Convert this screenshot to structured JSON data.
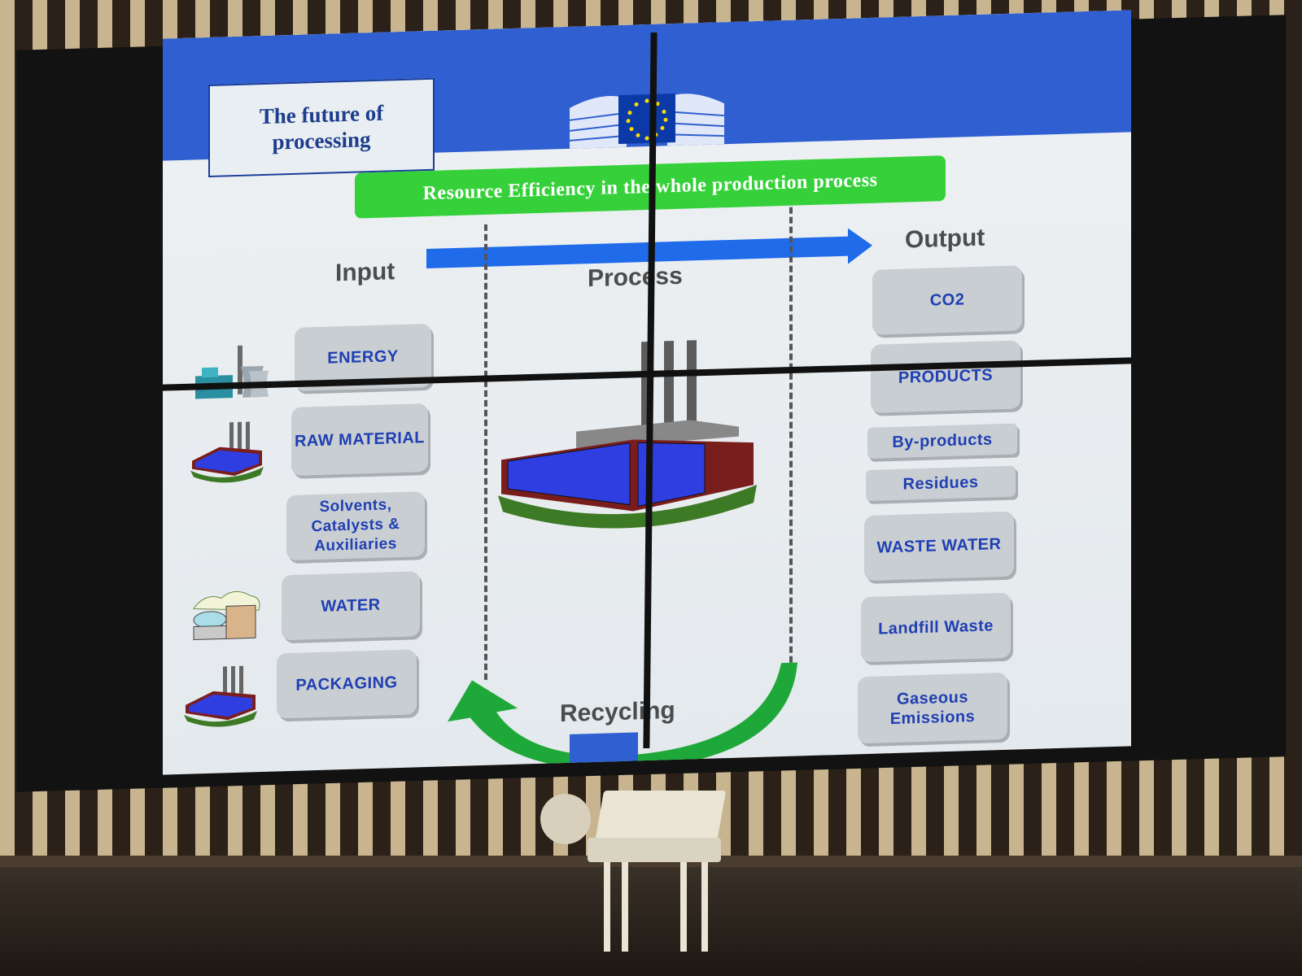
{
  "slide": {
    "title": "The future of processing",
    "banner": "Resource Efficiency in the whole production process",
    "input_label": "Input",
    "process_label": "Process",
    "output_label": "Output",
    "recycling_label": "Recycling",
    "inputs": [
      "ENERGY",
      "RAW MATERIAL",
      "Solvents, Catalysts & Auxiliaries",
      "WATER",
      "PACKAGING"
    ],
    "outputs": [
      "CO2",
      "PRODUCTS",
      "By-products",
      "Residues",
      "WASTE WATER",
      "Landfill Waste",
      "Gaseous Emissions"
    ]
  },
  "colors": {
    "header_blue": "#2f5fd0",
    "banner_green": "#36d13a",
    "arrow_blue": "#1f6bea",
    "pill_text": "#1f3fb2",
    "recycle_green": "#1fa83a"
  },
  "icons": [
    "power-plant-icon",
    "factory-icon",
    "water-plant-icon",
    "eu-flag-icon",
    "eu-building-icon"
  ]
}
